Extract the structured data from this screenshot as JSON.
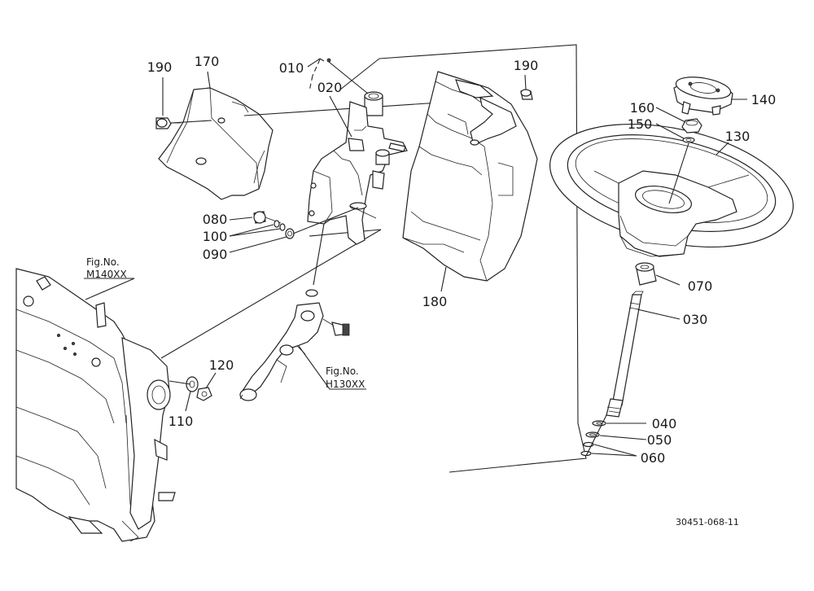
{
  "diagram": {
    "part_numbers": {
      "p190a": "190",
      "p170": "170",
      "p010": "010",
      "p020": "020",
      "p190b": "190",
      "p140": "140",
      "p160": "160",
      "p150": "150",
      "p130": "130",
      "p080": "080",
      "p100": "100",
      "p090": "090",
      "p180": "180",
      "p070": "070",
      "p030": "030",
      "p120": "120",
      "p110": "110",
      "p040": "040",
      "p050": "050",
      "p060": "060"
    },
    "fig_refs": {
      "m140": {
        "line1": "Fig.No.",
        "line2": "M140XX"
      },
      "h130": {
        "line1": "Fig.No.",
        "line2": "H130XX"
      }
    },
    "drawing_code": "30451-068-11"
  }
}
